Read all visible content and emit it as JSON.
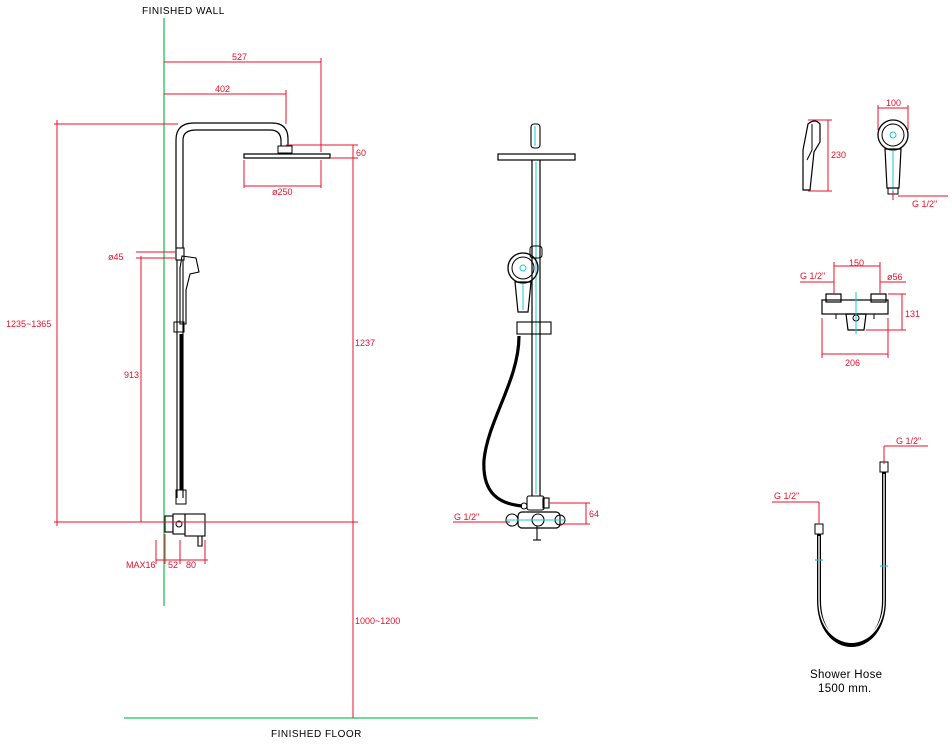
{
  "refs": {
    "finished_wall": "FINISHED WALL",
    "finished_floor": "FINISHED FLOOR"
  },
  "side_view": {
    "d527": "527",
    "d402": "402",
    "d60": "60",
    "d250": "ø250",
    "d45": "ø45",
    "d1235": "1235~1365",
    "d913": "913",
    "d1237": "1237",
    "d1000": "1000~1200",
    "max16": "MAX16",
    "d52": "52",
    "d80": "80"
  },
  "front_view": {
    "g12": "G 1/2\"",
    "d64": "64"
  },
  "handshower": {
    "d100": "100",
    "d230": "230",
    "g12": "G 1/2\""
  },
  "mixer": {
    "g12": "G 1/2\"",
    "d150": "150",
    "d56": "ø56",
    "d131": "131",
    "d206": "206"
  },
  "hose": {
    "g12_top": "G 1/2\"",
    "g12_left": "G 1/2\"",
    "title_line1": "Shower Hose",
    "title_line2": "1500 mm."
  },
  "colors": {
    "dimension": "#e8102a",
    "reference": "#22c05a",
    "outline": "#000000",
    "highlight": "#18c8d8"
  }
}
